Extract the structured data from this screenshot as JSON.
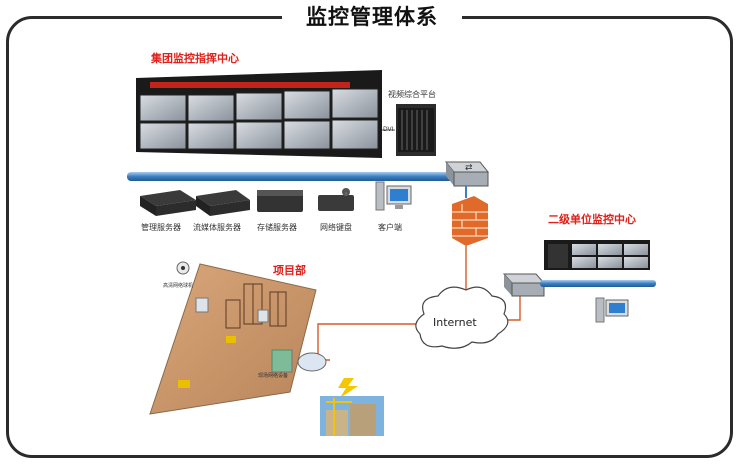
{
  "title": "监控管理体系",
  "hq": {
    "label": "集团监控指挥中心",
    "platform_label": "视频综合平台",
    "dvi_label": "DVI"
  },
  "devices": [
    {
      "label": "管理服务器"
    },
    {
      "label": "流媒体服务器"
    },
    {
      "label": "存储服务器"
    },
    {
      "label": "网络键盘"
    },
    {
      "label": "客户端"
    }
  ],
  "secondary": {
    "label": "二级单位监控中心"
  },
  "project": {
    "label": "项目部",
    "camera_label": "高清网络球机",
    "net_label": "现场网络设备"
  },
  "internet": {
    "label": "Internet"
  },
  "colors": {
    "accent_red": "#e0201a",
    "bus_blue": "#3d7fc1",
    "link_orange": "#d65a2a"
  }
}
